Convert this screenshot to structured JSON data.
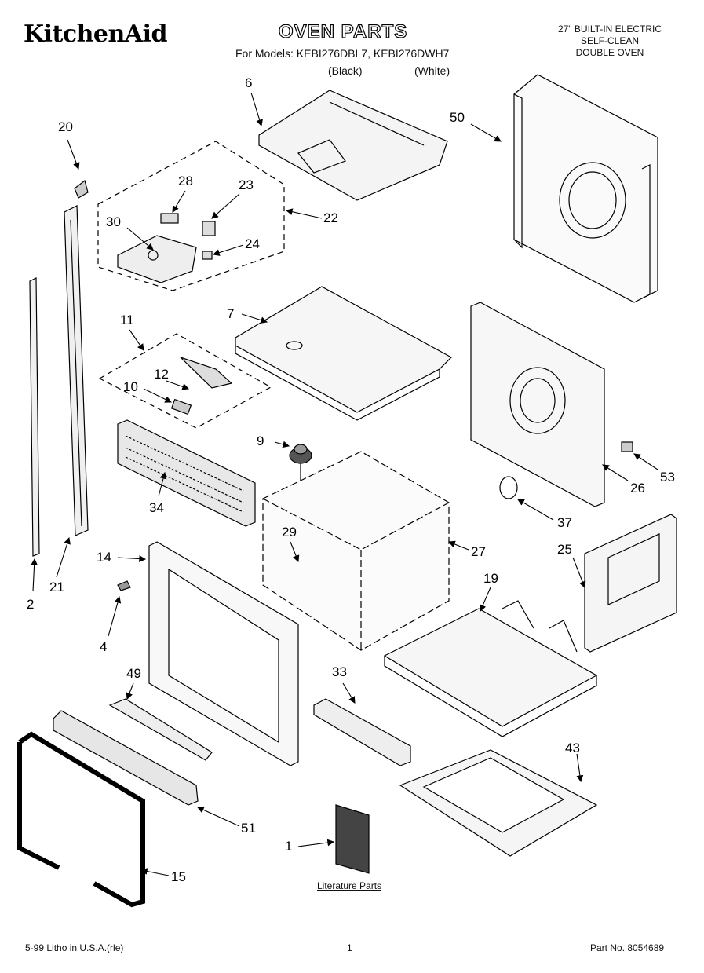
{
  "header": {
    "brand": "KitchenAid",
    "title": "OVEN PARTS",
    "models": "For Models: KEBI276DBL7, KEBI276DWH7",
    "color_black": "(Black)",
    "color_white": "(White)",
    "spec_line1": "27\" BUILT-IN ELECTRIC",
    "spec_line2": "SELF-CLEAN",
    "spec_line3": "DOUBLE OVEN"
  },
  "callouts": [
    {
      "id": "6",
      "label": "6"
    },
    {
      "id": "20",
      "label": "20"
    },
    {
      "id": "50",
      "label": "50"
    },
    {
      "id": "28",
      "label": "28"
    },
    {
      "id": "23",
      "label": "23"
    },
    {
      "id": "22",
      "label": "22"
    },
    {
      "id": "30",
      "label": "30"
    },
    {
      "id": "24",
      "label": "24"
    },
    {
      "id": "7",
      "label": "7"
    },
    {
      "id": "11",
      "label": "11"
    },
    {
      "id": "12",
      "label": "12"
    },
    {
      "id": "10",
      "label": "10"
    },
    {
      "id": "9",
      "label": "9"
    },
    {
      "id": "34",
      "label": "34"
    },
    {
      "id": "53",
      "label": "53"
    },
    {
      "id": "26",
      "label": "26"
    },
    {
      "id": "37",
      "label": "37"
    },
    {
      "id": "29",
      "label": "29"
    },
    {
      "id": "27",
      "label": "27"
    },
    {
      "id": "25",
      "label": "25"
    },
    {
      "id": "14",
      "label": "14"
    },
    {
      "id": "19",
      "label": "19"
    },
    {
      "id": "2",
      "label": "2"
    },
    {
      "id": "21",
      "label": "21"
    },
    {
      "id": "4",
      "label": "4"
    },
    {
      "id": "49",
      "label": "49"
    },
    {
      "id": "33",
      "label": "33"
    },
    {
      "id": "43",
      "label": "43"
    },
    {
      "id": "51",
      "label": "51"
    },
    {
      "id": "1",
      "label": "1"
    },
    {
      "id": "15",
      "label": "15"
    }
  ],
  "literature_label": "Literature Parts",
  "footer": {
    "left": "5-99 Litho in U.S.A.(rle)",
    "page": "1",
    "part_no": "Part No. 8054689"
  }
}
